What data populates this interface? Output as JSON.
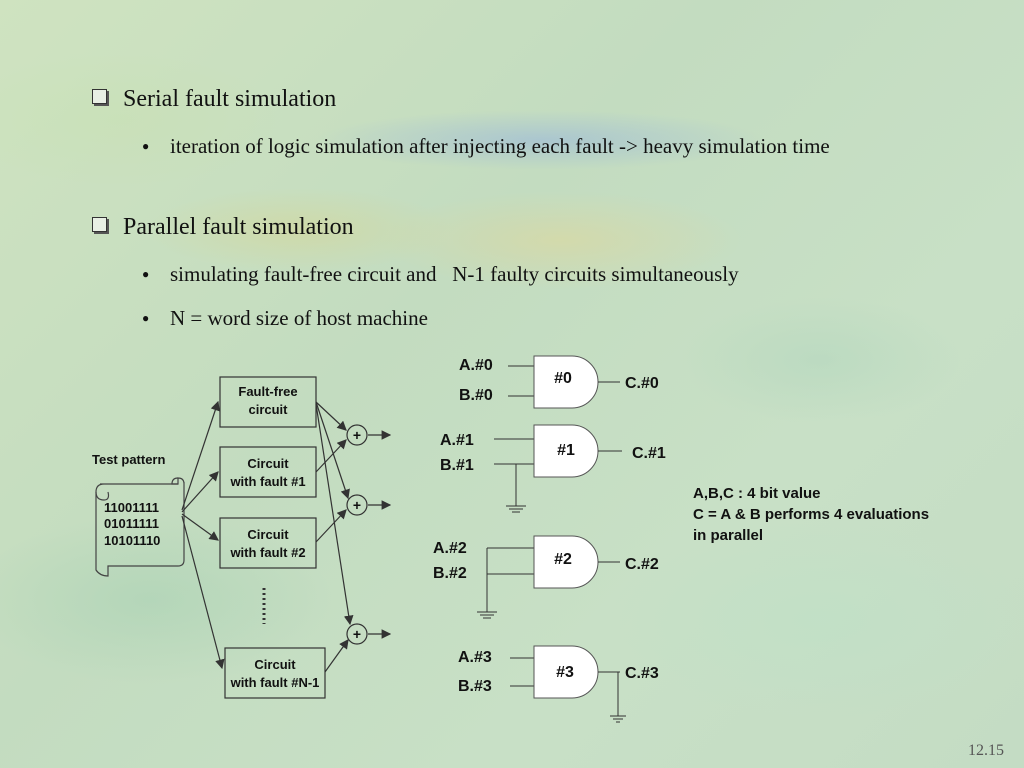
{
  "bullets": {
    "serial": {
      "title": "Serial fault simulation",
      "sub": [
        "iteration of logic simulation after injecting each fault -> heavy simulation time"
      ]
    },
    "parallel": {
      "title": "Parallel fault simulation",
      "sub": [
        "simulating fault-free circuit and   N-1 faulty circuits simultaneously",
        "N = word size of host machine"
      ]
    }
  },
  "diagram": {
    "test_pattern_label": "Test pattern",
    "patterns": [
      "11001111",
      "01011111",
      "10101110"
    ],
    "circuits": [
      [
        "Fault-free",
        "circuit"
      ],
      [
        "Circuit",
        "with fault #1"
      ],
      [
        "Circuit",
        "with fault #2"
      ],
      [
        "Circuit",
        "with fault #N-1"
      ]
    ],
    "combine_symbol": "+",
    "gates": [
      {
        "id": "#0",
        "a": "A.#0",
        "b": "B.#0",
        "c": "C.#0"
      },
      {
        "id": "#1",
        "a": "A.#1",
        "b": "B.#1",
        "c": "C.#1"
      },
      {
        "id": "#2",
        "a": "A.#2",
        "b": "B.#2",
        "c": "C.#2"
      },
      {
        "id": "#3",
        "a": "A.#3",
        "b": "B.#3",
        "c": "C.#3"
      }
    ],
    "note": [
      "A,B,C : 4 bit value",
      "C = A & B performs 4 evaluations",
      "in parallel"
    ]
  },
  "page_number": "12.15",
  "colors": {
    "text": "#111111",
    "gate_fill": "#ffffff",
    "line": "#333333"
  }
}
